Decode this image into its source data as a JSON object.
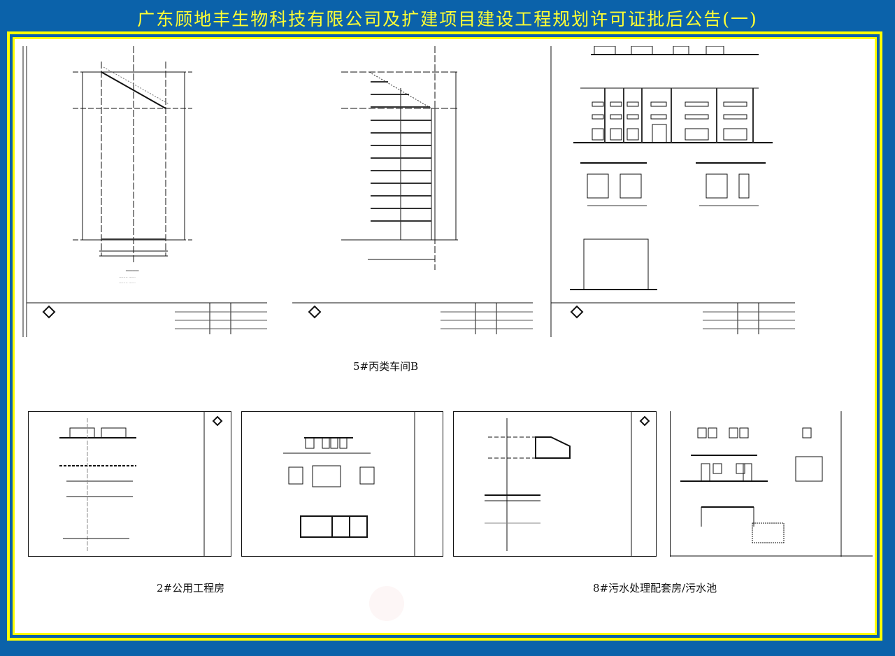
{
  "header": {
    "title": "广东顾地丰生物科技有限公司及扩建项目建设工程规划许可证批后公告(一)"
  },
  "colors": {
    "background": "#0b62aa",
    "frame": "#ffff00",
    "title_text": "#ffff33",
    "panel": "#ffffff"
  },
  "groups": [
    {
      "caption": "5#丙类车间B",
      "sheets": [
        "floor-plan",
        "roof-plan",
        "elevations-sections"
      ]
    },
    {
      "caption": "2#公用工程房",
      "sheets": [
        "plan",
        "elevations"
      ]
    },
    {
      "caption": "8#污水处理配套房/污水池",
      "sheets": [
        "plan",
        "elevations"
      ]
    }
  ]
}
